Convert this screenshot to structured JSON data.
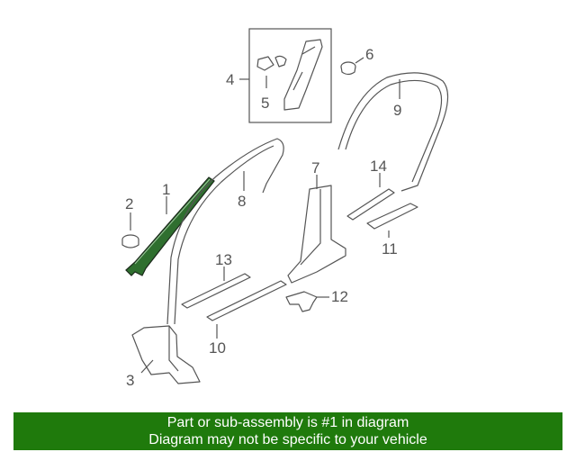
{
  "callouts": {
    "c1": "1",
    "c2": "2",
    "c3": "3",
    "c4": "4",
    "c5": "5",
    "c6": "6",
    "c7": "7",
    "c8": "8",
    "c9": "9",
    "c10": "10",
    "c11": "11",
    "c12": "12",
    "c13": "13",
    "c14": "14"
  },
  "highlight_color": "#2f6f2f",
  "banner": {
    "line1": "Part or sub-assembly is #1 in diagram",
    "line2": "Diagram may not be specific to your vehicle",
    "color": "#1f7a0c"
  }
}
